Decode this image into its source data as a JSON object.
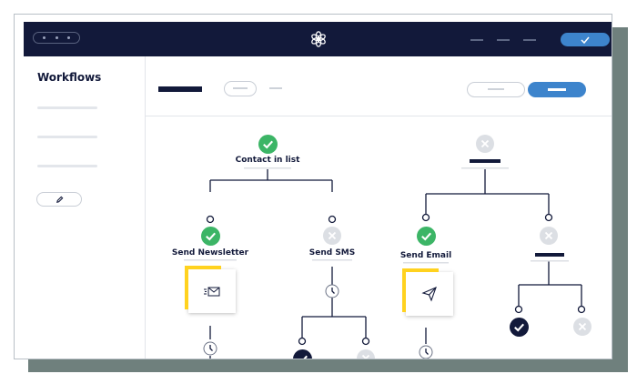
{
  "app": {
    "sidebar_title": "Workflows"
  },
  "flow_left": {
    "root_label": "Contact in list",
    "branch_a_label": "Send Newsletter",
    "branch_b_label": "Send SMS"
  },
  "flow_right": {
    "branch_a_label": "Send Email"
  },
  "colors": {
    "navy": "#12193a",
    "accent_blue": "#3d84cc",
    "success_green": "#3cb566",
    "highlight_yellow": "#ffd21f",
    "inactive_gray": "#dcdfe4"
  },
  "icons": {
    "logo": "flower-logo-icon",
    "check": "check-icon",
    "close": "close-icon",
    "newsletter": "envelope-icon",
    "email": "paper-plane-icon",
    "delay": "clock-icon",
    "edit": "pencil-icon"
  }
}
